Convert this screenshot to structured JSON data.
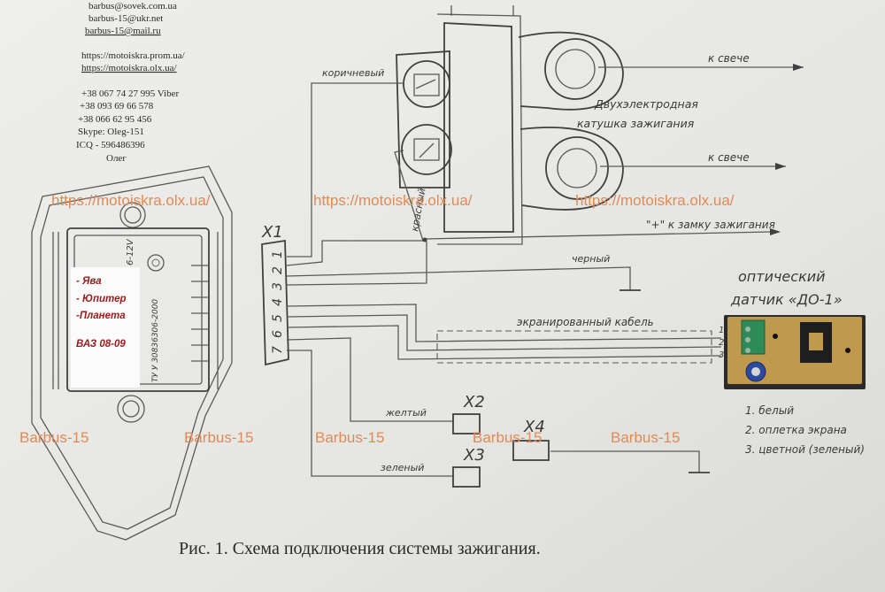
{
  "contacts": {
    "email1": "barbus@sovek.com.ua",
    "email2": "barbus-15@ukr.net",
    "email3": "barbus-15@mail.ru",
    "site1": "https://motoiskra.prom.ua/",
    "site2": "https://motoiskra.olx.ua/",
    "phone1": "+38 067 74 27 995   Viber",
    "phone2": "+38 093 69 66 578",
    "phone3": "+38 066 62 95 456",
    "skype": "Skype: Oleg-151",
    "icq": "ICQ - 596486396",
    "name": "Олег"
  },
  "module": {
    "voltage": "6-12V",
    "part_number": "ТУ У 30836306-2000",
    "models": [
      "-  Ява",
      "- Юпитер",
      "-Планета"
    ],
    "car": "ВАЗ 08-09"
  },
  "connector": {
    "label": "X1",
    "pins": [
      "7",
      "6",
      "5",
      "4",
      "3",
      "2",
      "1"
    ]
  },
  "wires": {
    "brown": "коричневый",
    "red": "красный",
    "black": "черный",
    "shielded": "экранированный кабель",
    "yellow": "желтый",
    "green": "зеленый"
  },
  "coil": {
    "title_line1": "Двухэлектродная",
    "title_line2": "катушка зажигания",
    "to_plug_1": "к свече",
    "to_plug_2": "к свече",
    "to_ignition": "\"+\" к замку зажигания"
  },
  "sensor": {
    "title_line1": "оптический",
    "title_line2": "датчик «ДО-1»",
    "pins": [
      "1",
      "2",
      "3"
    ],
    "legend": [
      "1. белый",
      "2. оплетка экрана",
      "3. цветной (зеленый)"
    ]
  },
  "connectors_extra": {
    "x2": "X2",
    "x3": "X3",
    "x4": "X4"
  },
  "watermarks": {
    "url": "https://motoiskra.olx.ua/",
    "brand": "Barbus-15"
  },
  "caption": "Рис. 1. Схема подключения системы зажигания.",
  "colors": {
    "paper": "#e9e9e6",
    "ink": "#404040",
    "watermark": "#e08a56",
    "model_text": "#9b1b1b"
  }
}
